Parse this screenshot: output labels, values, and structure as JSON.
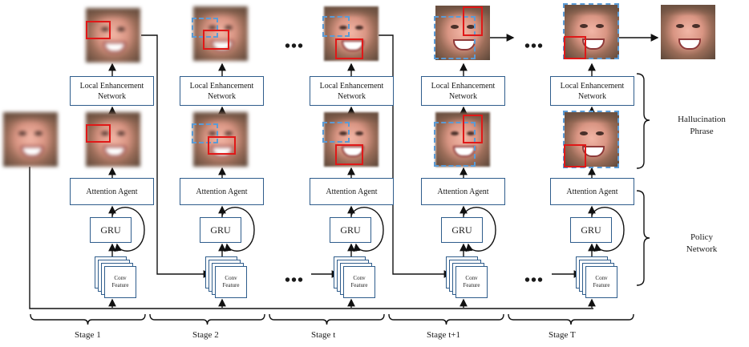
{
  "stages": [
    {
      "label": "Stage 1"
    },
    {
      "label": "Stage 2"
    },
    {
      "label": "Stage t"
    },
    {
      "label": "Stage t+1"
    },
    {
      "label": "Stage T"
    }
  ],
  "modules": {
    "local_enhancement_line1": "Local Enhancement",
    "local_enhancement_line2": "Network",
    "attention_agent": "Attention Agent",
    "gru": "GRU",
    "conv_line1": "Conv",
    "conv_line2": "Feature"
  },
  "side_labels": {
    "hallucination_line1": "Hallucination",
    "hallucination_line2": "Phrase",
    "policy_line1": "Policy",
    "policy_line2": "Network"
  },
  "ellipsis": "•••",
  "colors": {
    "module_border": "#2f5d8c",
    "region_box": "#e01818",
    "prev_region": "#5b9bd5"
  }
}
